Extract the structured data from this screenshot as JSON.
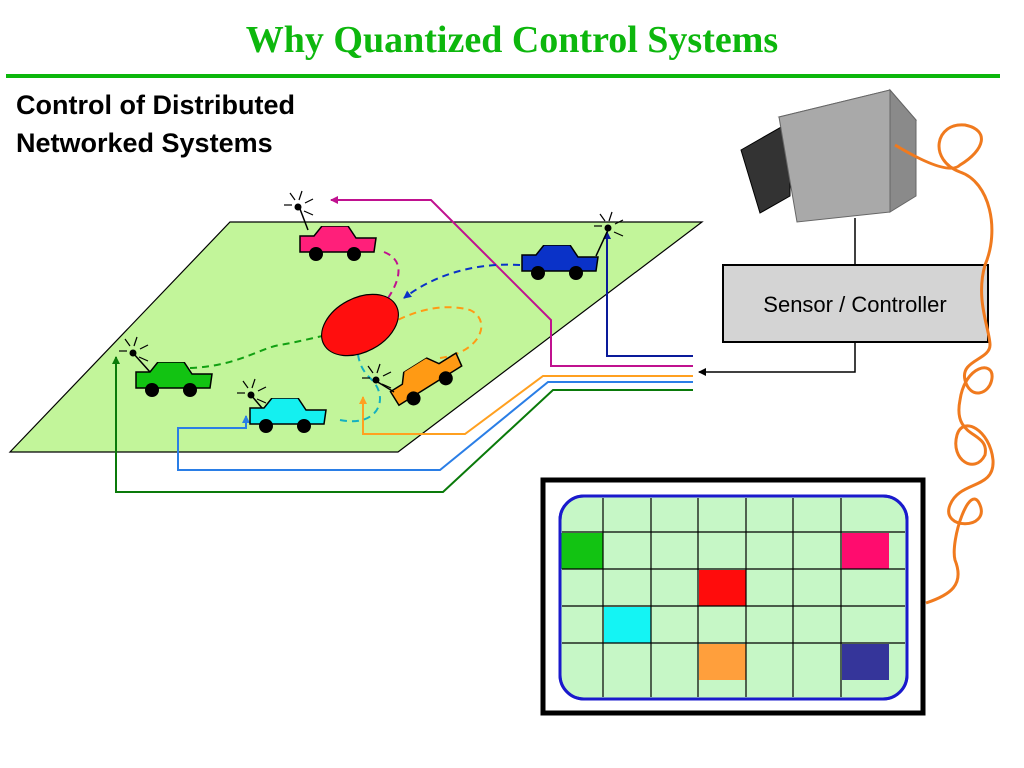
{
  "slide": {
    "title": "Why Quantized Control Systems",
    "subtitle_lines": [
      "Control of Distributed",
      "Networked Systems"
    ]
  },
  "sensor_controller": {
    "label": "Sensor / Controller"
  },
  "colors": {
    "title_green": "#0db70d",
    "plane": "#c2f59a",
    "car_pink": "#ff1f7a",
    "car_blue": "#0a32c8",
    "car_green": "#12c312",
    "car_cyan": "#14f0f0",
    "car_orange": "#ff9a14",
    "target_red": "#ff0e0e",
    "cable_orange": "#f07a1e",
    "camera_gray": "#a9a9a9",
    "grid_cell": "#c6f7c6",
    "grid_border": "#1a1acc"
  },
  "cars": [
    {
      "id": "pink",
      "color": "#ff1f7a"
    },
    {
      "id": "blue",
      "color": "#0a32c8"
    },
    {
      "id": "green",
      "color": "#12c312"
    },
    {
      "id": "cyan",
      "color": "#14f0f0"
    },
    {
      "id": "orange",
      "color": "#ff9a14"
    }
  ],
  "grid": {
    "rows": 5,
    "cols": 7,
    "highlighted_cells": [
      {
        "row": 1,
        "col": 0,
        "color": "#12c312"
      },
      {
        "row": 1,
        "col": 6,
        "color": "#ff0c6e"
      },
      {
        "row": 2,
        "col": 3,
        "color": "#ff0c0c"
      },
      {
        "row": 3,
        "col": 1,
        "color": "#14f4f4"
      },
      {
        "row": 4,
        "col": 3,
        "color": "#ff9f3c"
      },
      {
        "row": 4,
        "col": 6,
        "color": "#35359a"
      }
    ]
  }
}
